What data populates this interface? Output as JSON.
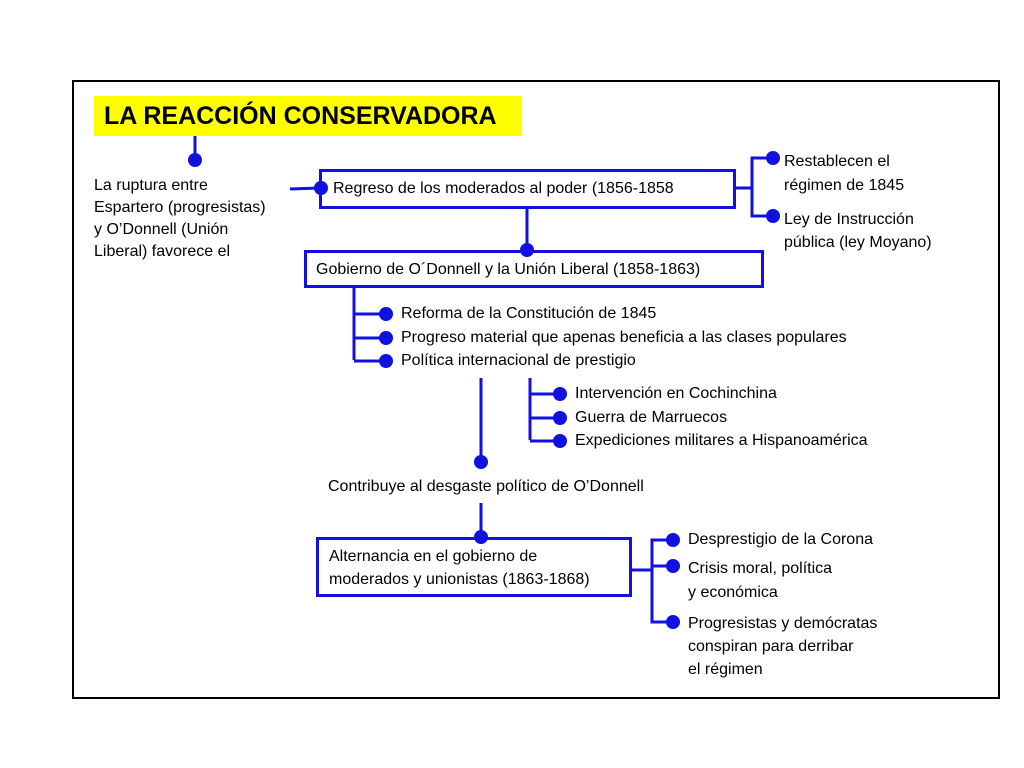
{
  "diagram": {
    "title": "LA REACCIÓN CONSERVADORA",
    "intro": {
      "lines": [
        "La ruptura entre",
        "Espartero (progresistas)",
        "y O’Donnell (Unión",
        "Liberal) favorece el"
      ]
    },
    "moderados": {
      "label": "Regreso de los moderados al poder (1856-1858",
      "outcomes": [
        {
          "lines": [
            "Restablecen el",
            "régimen de 1845"
          ]
        },
        {
          "lines": [
            "Ley de Instrucción",
            "pública (ley Moyano)"
          ]
        }
      ]
    },
    "gobierno_odonnell": {
      "label": "Gobierno de O´Donnell y la Unión Liberal (1858-1863)",
      "items": [
        "Reforma de la Constitución de 1845",
        "Progreso material que apenas beneficia a las clases populares",
        "Política internacional de prestigio"
      ],
      "intervenciones": [
        "Intervención en Cochinchina",
        "Guerra de Marruecos",
        "Expediciones militares a Hispanoamérica"
      ]
    },
    "consecuencia": "Contribuye al desgaste político de O’Donnell",
    "alternancia": {
      "lines": [
        "Alternancia en el gobierno de",
        "moderados y unionistas (1863-1868)"
      ],
      "effects": [
        {
          "lines": [
            "Desprestigio de la Corona"
          ]
        },
        {
          "lines": [
            "Crisis moral, política",
            "y económica"
          ]
        },
        {
          "lines": [
            "Progresistas y demócratas",
            "conspiran para derribar",
            "el régimen"
          ]
        }
      ]
    }
  },
  "colors": {
    "connector": "#1010e0",
    "title_highlight": "#ffff00"
  }
}
